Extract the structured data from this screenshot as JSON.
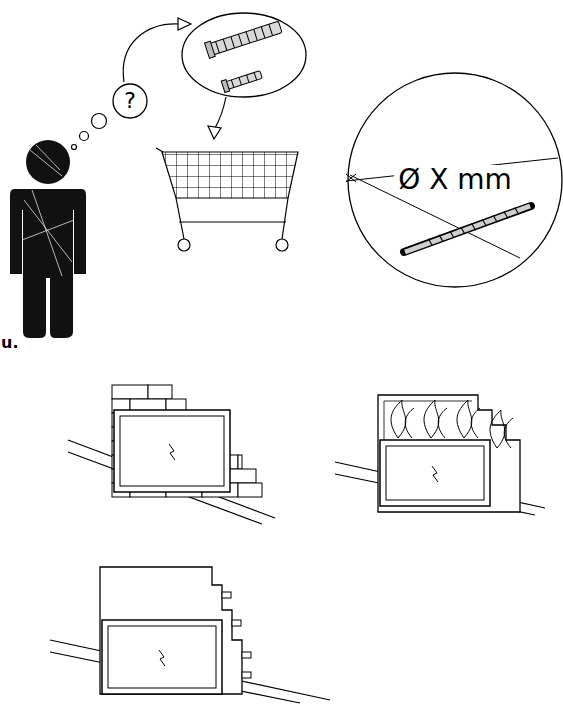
{
  "diagram": {
    "nodes": [
      {
        "text": [
          "?"
        ]
      },
      {
        "text": [
          "Ø X mm"
        ]
      }
    ],
    "labels": [
      "u."
    ]
  }
}
